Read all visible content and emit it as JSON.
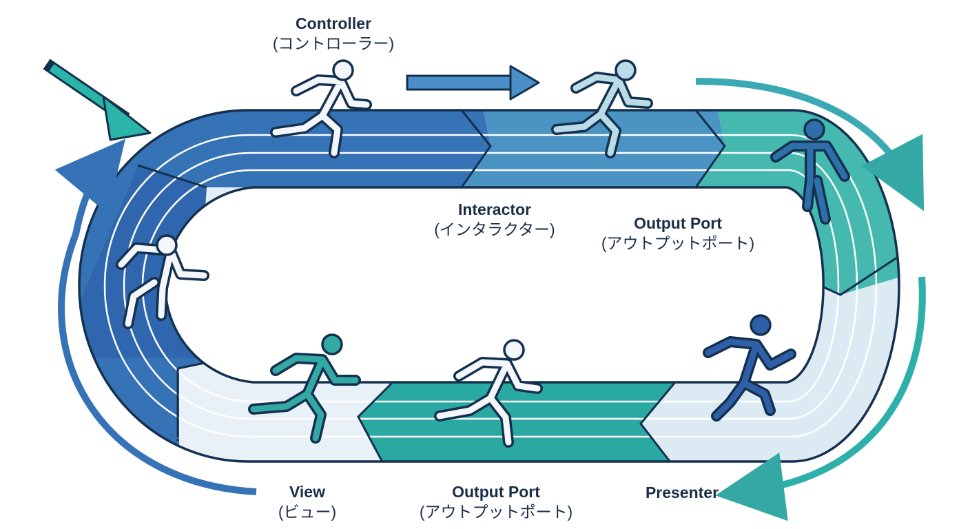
{
  "stages": [
    {
      "id": "controller",
      "name": "Controller",
      "reading": "(コントローラー)"
    },
    {
      "id": "interactor",
      "name": "Interactor",
      "reading": "(インタラクター)"
    },
    {
      "id": "output-port-top",
      "name": "Output Port",
      "reading": "(アウトプットポート)"
    },
    {
      "id": "presenter",
      "name": "Presenter",
      "reading": ""
    },
    {
      "id": "output-port-bottom",
      "name": "Output Port",
      "reading": "(アウトプットポート)"
    },
    {
      "id": "view",
      "name": "View",
      "reading": "(ビュー)"
    }
  ],
  "colors": {
    "outline": "#14304f",
    "blue": "#3572b6",
    "blue_mid": "#4b93c3",
    "teal": "#45b8b0",
    "teal_dark": "#24a39c",
    "pale": "#e4eef6",
    "figure_light": "#f3f7fb",
    "figure_blue": "#2f5fa6",
    "figure_teal": "#33a8a4"
  }
}
